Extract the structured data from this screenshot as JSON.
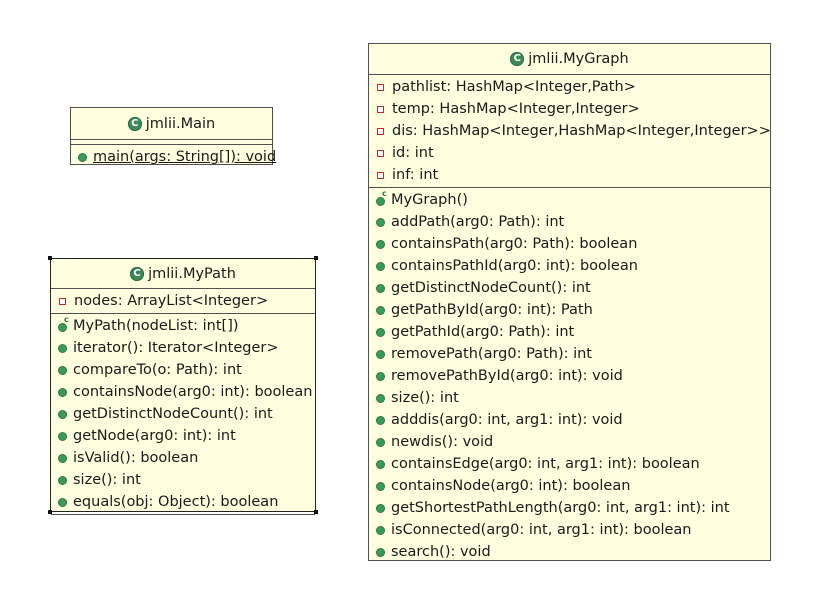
{
  "main_class": {
    "name": "jmlii.Main",
    "methods": [
      " main(args: String[]): void"
    ]
  },
  "path_class": {
    "name": "jmlii.MyPath",
    "fields": [
      "nodes: ArrayList<Integer>"
    ],
    "constructor": "MyPath(nodeList: int[])",
    "methods": [
      "iterator(): Iterator<Integer>",
      "compareTo(o: Path): int",
      "containsNode(arg0: int): boolean",
      "getDistinctNodeCount(): int",
      "getNode(arg0: int): int",
      "isValid(): boolean",
      "size(): int",
      "equals(obj: Object): boolean"
    ]
  },
  "graph_class": {
    "name": "jmlii.MyGraph",
    "fields": [
      "pathlist: HashMap<Integer,Path>",
      "temp: HashMap<Integer,Integer>",
      "dis: HashMap<Integer,HashMap<Integer,Integer>>",
      "id: int",
      "inf: int"
    ],
    "constructor": "MyGraph()",
    "methods": [
      "addPath(arg0: Path): int",
      "containsPath(arg0: Path): boolean",
      "containsPathId(arg0: int): boolean",
      "getDistinctNodeCount(): int",
      "getPathById(arg0: int): Path",
      "getPathId(arg0: Path): int",
      "removePath(arg0: Path): int",
      "removePathById(arg0: int): void",
      "size(): int",
      "adddis(arg0: int, arg1: int): void",
      "newdis(): void",
      "containsEdge(arg0: int, arg1: int): boolean",
      "containsNode(arg0: int): boolean",
      "getShortestPathLength(arg0: int, arg1: int): int",
      "isConnected(arg0: int, arg1: int): boolean",
      "search(): void"
    ]
  },
  "icons": {
    "class": "class-icon",
    "field": "private-field-icon",
    "method": "public-method-icon",
    "constructor": "constructor-icon"
  }
}
